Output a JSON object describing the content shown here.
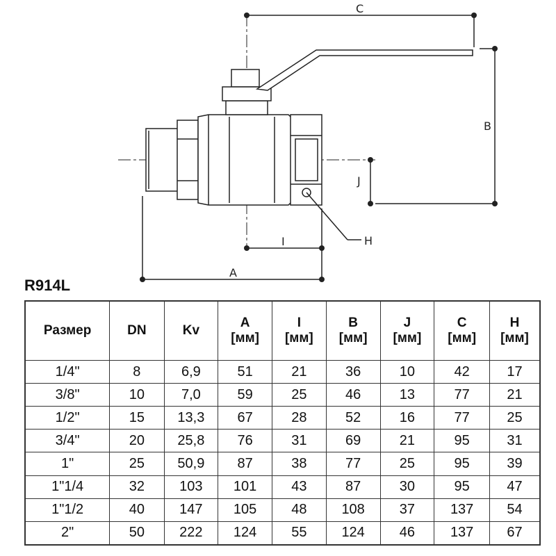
{
  "drawing": {
    "dimension_labels": {
      "A": "A",
      "B": "B",
      "C": "C",
      "I": "I",
      "J": "J",
      "H": "H"
    }
  },
  "model": "R914L",
  "table": {
    "headers": [
      {
        "name": "Размер",
        "unit": ""
      },
      {
        "name": "DN",
        "unit": ""
      },
      {
        "name": "Kv",
        "unit": ""
      },
      {
        "name": "A",
        "unit": "[мм]"
      },
      {
        "name": "I",
        "unit": "[мм]"
      },
      {
        "name": "B",
        "unit": "[мм]"
      },
      {
        "name": "J",
        "unit": "[мм]"
      },
      {
        "name": "C",
        "unit": "[мм]"
      },
      {
        "name": "H",
        "unit": "[мм]"
      }
    ],
    "rows": [
      [
        "1/4\"",
        "8",
        "6,9",
        "51",
        "21",
        "36",
        "10",
        "42",
        "17"
      ],
      [
        "3/8\"",
        "10",
        "7,0",
        "59",
        "25",
        "46",
        "13",
        "77",
        "21"
      ],
      [
        "1/2\"",
        "15",
        "13,3",
        "67",
        "28",
        "52",
        "16",
        "77",
        "25"
      ],
      [
        "3/4\"",
        "20",
        "25,8",
        "76",
        "31",
        "69",
        "21",
        "95",
        "31"
      ],
      [
        "1\"",
        "25",
        "50,9",
        "87",
        "38",
        "77",
        "25",
        "95",
        "39"
      ],
      [
        "1\"1/4",
        "32",
        "103",
        "101",
        "43",
        "87",
        "30",
        "95",
        "47"
      ],
      [
        "1\"1/2",
        "40",
        "147",
        "105",
        "48",
        "108",
        "37",
        "137",
        "54"
      ],
      [
        "2\"",
        "50",
        "222",
        "124",
        "55",
        "124",
        "46",
        "137",
        "67"
      ]
    ]
  }
}
